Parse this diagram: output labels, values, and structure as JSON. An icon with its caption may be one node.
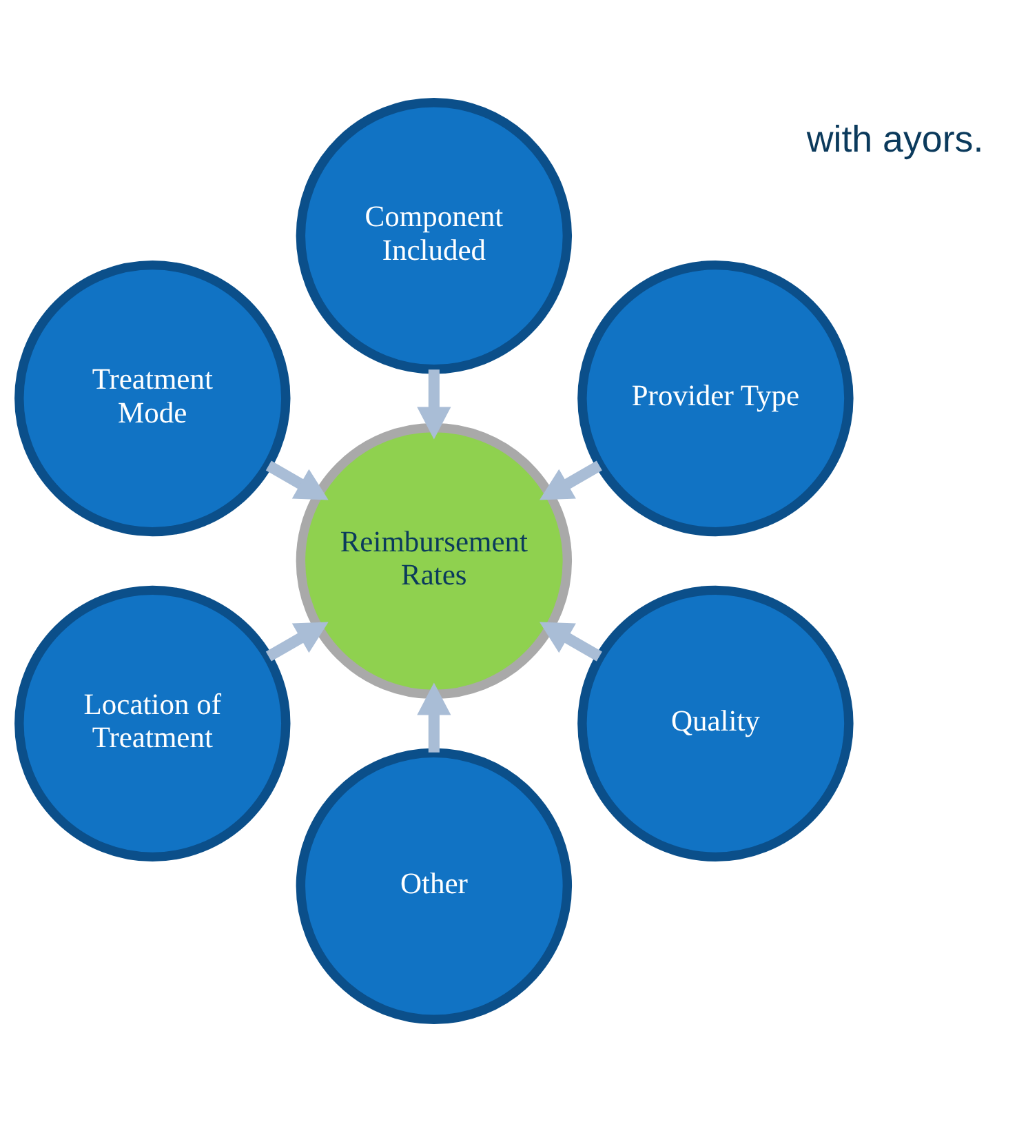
{
  "diagram": {
    "nodes": [
      {
        "text": [
          "Provider Type"
        ]
      },
      {
        "text": [
          "Component Included"
        ]
      },
      {
        "text": [
          "Treatment Mode"
        ]
      },
      {
        "text": [
          "Reimbursement Rates"
        ]
      },
      {
        "text": [
          "Location of Treatment"
        ]
      },
      {
        "text": [
          "Other"
        ]
      },
      {
        "text": [
          "Quality"
        ]
      }
    ],
    "edges": [
      {
        "from": 0,
        "to": 3,
        "arrow": "to"
      },
      {
        "from": 1,
        "to": 3,
        "arrow": "to"
      },
      {
        "from": 2,
        "to": 3,
        "arrow": "to"
      },
      {
        "from": 4,
        "to": 3,
        "arrow": "to"
      },
      {
        "from": 5,
        "to": 3,
        "arrow": "to"
      },
      {
        "from": 6,
        "to": 3,
        "arrow": "to"
      }
    ],
    "labels": [
      "with ayors."
    ]
  }
}
